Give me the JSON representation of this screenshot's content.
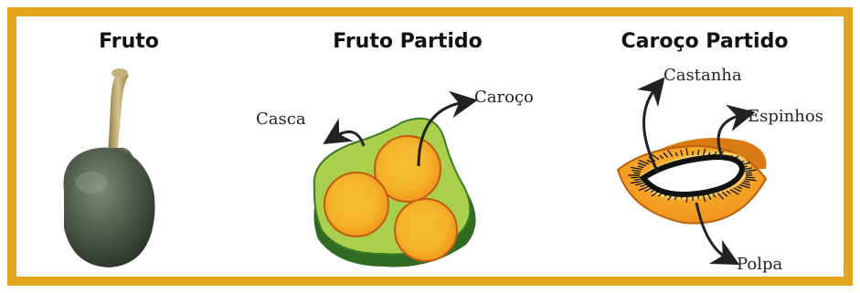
{
  "panels": [
    {
      "title": "Fruto"
    },
    {
      "title": "Fruto Partido",
      "labels": {
        "casca": "Casca",
        "caroco": "Caroço"
      }
    },
    {
      "title": "Caroço Partido",
      "labels": {
        "castanha": "Castanha",
        "espinhos": "Espinhos",
        "polpa": "Polpa"
      }
    }
  ],
  "colors": {
    "frame": "#e2a51b",
    "fruit_green": "#a9cf4c",
    "fruit_dark_green": "#2f6b22",
    "pit_orange": "#f7a51f",
    "pit_yellow": "#f4c034",
    "half_orange": "#f39a1c",
    "stem": "#b8a066",
    "whole_fruit": "#4d5a4a"
  },
  "icons": [
    "whole-fruit-illustration",
    "split-fruit-illustration",
    "split-pit-illustration",
    "arrow-icon"
  ]
}
